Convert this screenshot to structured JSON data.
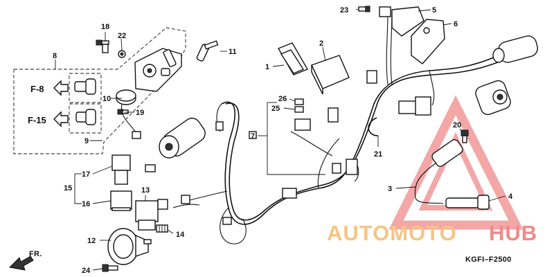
{
  "diagram": {
    "drawing_code": "KGFI–F2500",
    "direction_label": "FR.",
    "references": [
      {
        "id": "f8",
        "label": "F-8"
      },
      {
        "id": "f15",
        "label": "F-15"
      }
    ],
    "callouts": {
      "c1": "1",
      "c2": "2",
      "c3": "3",
      "c4": "4",
      "c5": "5",
      "c6": "6",
      "c7": "7",
      "c8": "8",
      "c9": "9",
      "c10": "10",
      "c11": "11",
      "c12": "12",
      "c13": "13",
      "c14": "14",
      "c15": "15",
      "c16": "16",
      "c17": "17",
      "c18": "18",
      "c19": "19",
      "c20": "20",
      "c21": "21",
      "c22": "22",
      "c23": "23",
      "c24": "24",
      "c25": "25",
      "c26": "26"
    }
  },
  "watermark": {
    "part1": "AUTOMOTO",
    "part2": "HUB",
    "color_triangle": "#f08a8a",
    "color_text1": "#f5c486",
    "color_text2": "#f08a8a"
  }
}
